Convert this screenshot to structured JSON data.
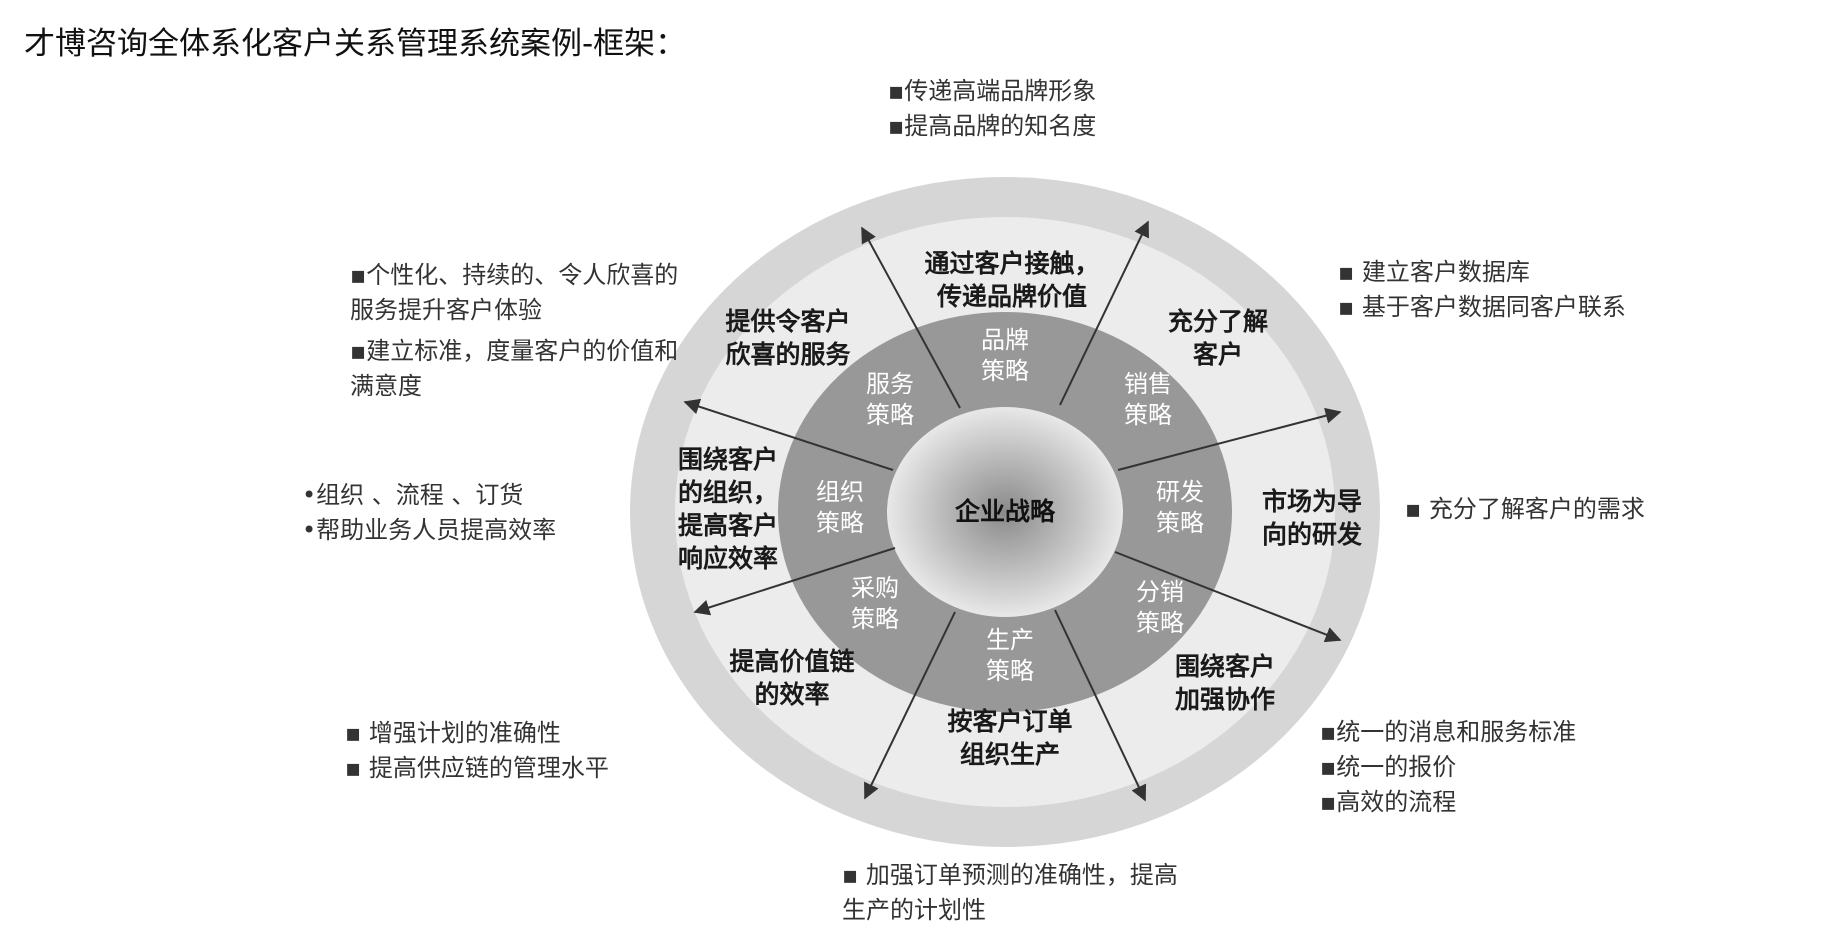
{
  "title": "才博咨询全体系化客户关系管理系统案例-框架：",
  "center": "企业战略",
  "inner_ring": [
    {
      "id": "brand",
      "lines": [
        "品牌",
        "策略"
      ]
    },
    {
      "id": "sales",
      "lines": [
        "销售",
        "策略"
      ]
    },
    {
      "id": "rnd",
      "lines": [
        "研发",
        "策略"
      ]
    },
    {
      "id": "distribution",
      "lines": [
        "分销",
        "策略"
      ]
    },
    {
      "id": "production",
      "lines": [
        "生产",
        "策略"
      ]
    },
    {
      "id": "purchasing",
      "lines": [
        "采购",
        "策略"
      ]
    },
    {
      "id": "organization",
      "lines": [
        "组织",
        "策略"
      ]
    },
    {
      "id": "service",
      "lines": [
        "服务",
        "策略"
      ]
    }
  ],
  "outer_ring": [
    {
      "id": "brand-value",
      "lines": [
        "通过客户接触，",
        "传递品牌价值"
      ]
    },
    {
      "id": "know-customer",
      "lines": [
        "充分了解",
        "客户"
      ]
    },
    {
      "id": "market-rnd",
      "lines": [
        "市场为导",
        "向的研发"
      ]
    },
    {
      "id": "collaboration",
      "lines": [
        "围绕客户",
        "加强协作"
      ]
    },
    {
      "id": "order-production",
      "lines": [
        "按客户订单",
        "组织生产"
      ]
    },
    {
      "id": "value-chain",
      "lines": [
        "提高价值链",
        "的效率"
      ]
    },
    {
      "id": "customer-org",
      "lines": [
        "围绕客户",
        "的组织，",
        "提高客户",
        "响应效率"
      ]
    },
    {
      "id": "delight-service",
      "lines": [
        "提供令客户",
        "欣喜的服务"
      ]
    }
  ],
  "notes": {
    "top": [
      "▪传递高端品牌形象",
      "▪提高品牌的知名度"
    ],
    "top_right": [
      "▪  建立客户数据库",
      "▪  基于客户数据同客户联系"
    ],
    "right": [
      "▪  充分了解客户的需求"
    ],
    "bottom_right": [
      "▪统一的消息和服务标准",
      "▪统一的报价",
      "▪高效的流程"
    ],
    "bottom": [
      "▪  加强订单预测的准确性，提高生产的计划性"
    ],
    "bottom_left": [
      "▪  增强计划的准确性",
      "▪  提高供应链的管理水平"
    ],
    "left": [
      "•组织 、流程 、订货",
      "•帮助业务人员提高效率"
    ],
    "top_left": [
      "▪个性化、持续的、令人欣喜的服务提升客户体验",
      "▪建立标准，度量客户的价值和满意度"
    ]
  }
}
